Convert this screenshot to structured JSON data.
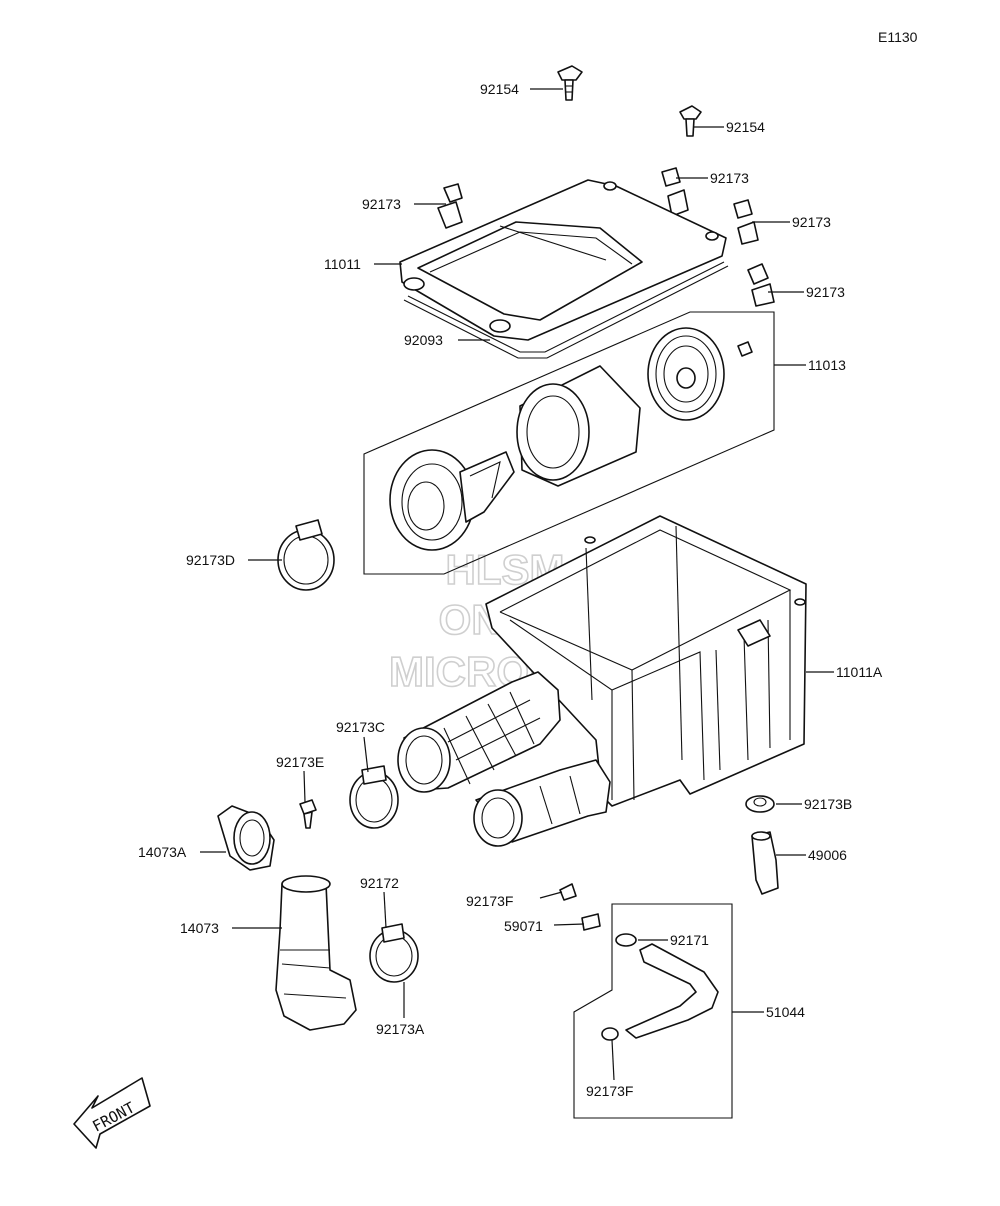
{
  "diagram_code": "E1130",
  "watermark": {
    "line1": "HLSM",
    "line2": "ONLINE",
    "line3": "MICROFICHE"
  },
  "direction_arrow": "FRONT",
  "labels": {
    "l92154a": "92154",
    "l92154b": "92154",
    "l92173a": "92173",
    "l92173b": "92173",
    "l92173c": "92173",
    "l92173d": "92173",
    "l11011": "11011",
    "l92093": "92093",
    "l11013": "11013",
    "l92173D": "92173D",
    "l11011A": "11011A",
    "l92173C": "92173C",
    "l92173E": "92173E",
    "l92173B": "92173B",
    "l14073A": "14073A",
    "l49006": "49006",
    "l92172": "92172",
    "l92173F_top": "92173F",
    "l59071": "59071",
    "l92171": "92171",
    "l14073": "14073",
    "l51044": "51044",
    "l92173A": "92173A",
    "l92173F_bot": "92173F"
  }
}
